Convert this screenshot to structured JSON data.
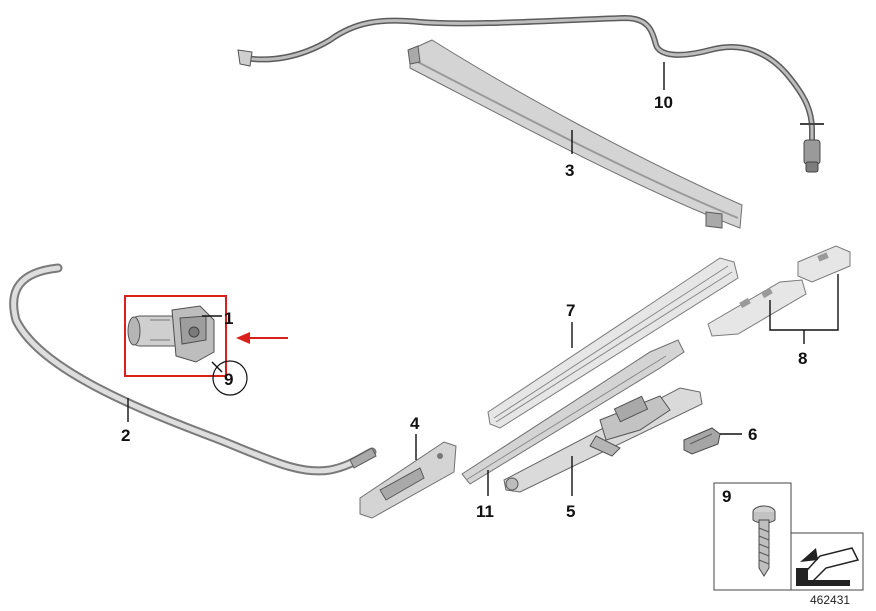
{
  "diagram": {
    "diagram_id": "462431",
    "highlight_color": "#d9201a",
    "parts": [
      {
        "key": "motor",
        "label": "1",
        "icon": "sunroof-drive-motor"
      },
      {
        "key": "guide-rail-rear",
        "label": "2",
        "icon": "curved-rear-guide-rail"
      },
      {
        "key": "guide-rail-upper",
        "label": "3",
        "icon": "curved-upper-guide-rail"
      },
      {
        "key": "slider-left",
        "label": "4",
        "icon": "slider-bracket"
      },
      {
        "key": "mechanism",
        "label": "5",
        "icon": "sliding-mechanism"
      },
      {
        "key": "clip",
        "label": "6",
        "icon": "small-clip"
      },
      {
        "key": "seal-strip",
        "label": "7",
        "icon": "seal-strip"
      },
      {
        "key": "bracket-set",
        "label": "8",
        "icon": "mounting-brackets"
      },
      {
        "key": "screw",
        "label": "9",
        "icon": "torx-screw"
      },
      {
        "key": "drain-hose",
        "label": "10",
        "icon": "drain-hose"
      },
      {
        "key": "side-trim",
        "label": "11",
        "icon": "side-trim-strip"
      }
    ],
    "inset": {
      "label": "9",
      "icon": "torx-screw"
    },
    "circled_label": "9"
  }
}
